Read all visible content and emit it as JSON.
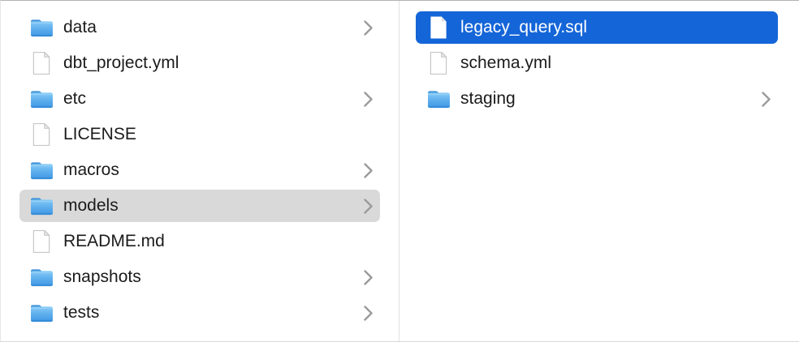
{
  "window": {
    "view": "finder-column-view"
  },
  "colors": {
    "selection_blue": "#1465d8",
    "selection_gray": "#d9d9d9",
    "folder_blue_top": "#85caf6",
    "folder_blue_bottom": "#3f97e4",
    "folder_tab": "#3d91d8",
    "chevron_gray": "#9b9b9b",
    "text": "#1b1b1b",
    "selected_text": "#ffffff"
  },
  "icons": {
    "folder": "folder-icon",
    "file": "document-icon",
    "chevron": "chevron-right-icon"
  },
  "columns": {
    "left": {
      "items": [
        {
          "label": "data",
          "type": "folder",
          "chevron": true,
          "selected": "none"
        },
        {
          "label": "dbt_project.yml",
          "type": "file",
          "chevron": false,
          "selected": "none"
        },
        {
          "label": "etc",
          "type": "folder",
          "chevron": true,
          "selected": "none"
        },
        {
          "label": "LICENSE",
          "type": "file",
          "chevron": false,
          "selected": "none"
        },
        {
          "label": "macros",
          "type": "folder",
          "chevron": true,
          "selected": "none"
        },
        {
          "label": "models",
          "type": "folder",
          "chevron": true,
          "selected": "gray"
        },
        {
          "label": "README.md",
          "type": "file",
          "chevron": false,
          "selected": "none"
        },
        {
          "label": "snapshots",
          "type": "folder",
          "chevron": true,
          "selected": "none"
        },
        {
          "label": "tests",
          "type": "folder",
          "chevron": true,
          "selected": "none"
        }
      ]
    },
    "right": {
      "items": [
        {
          "label": "legacy_query.sql",
          "type": "file",
          "chevron": false,
          "selected": "blue"
        },
        {
          "label": "schema.yml",
          "type": "file",
          "chevron": false,
          "selected": "none"
        },
        {
          "label": "staging",
          "type": "folder",
          "chevron": true,
          "selected": "none"
        }
      ]
    }
  }
}
